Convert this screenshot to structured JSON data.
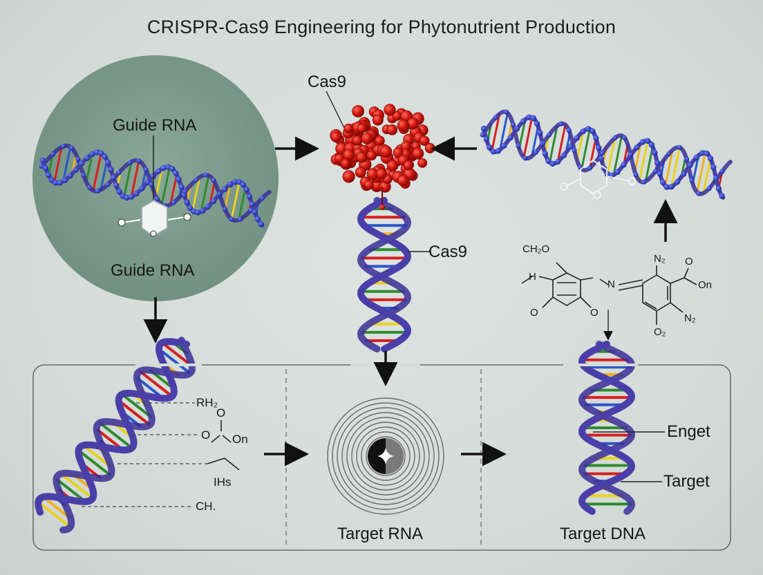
{
  "title": "CRISPR-Cas9 Engineering for Phytonutrient Production",
  "labels": {
    "guide_rna_top": "Guide RNA",
    "guide_rna_bottom": "Guide RNA",
    "cas9_top": "Cas9",
    "cas9_side": "Cas9",
    "target_rna": "Target RNA",
    "target_dna": "Target DNA",
    "enget": "Enget",
    "target": "Target"
  },
  "chemistry_left": {
    "rh2": "RH₂",
    "o_top": "O",
    "o_left": "O",
    "on": "On",
    "ihs": "IHs",
    "ch": "CH."
  },
  "chemistry_right": {
    "ch2o": "CH₂O",
    "h": "H",
    "o_a": "O",
    "o_b": "O",
    "n": "N",
    "n2_top": "N₂",
    "o_c": "O",
    "on": "On",
    "n2_right": "N₂",
    "o2": "O₂"
  },
  "colors": {
    "helix_backbone": "#4a3fa8",
    "helix_bead": "#2f3fb0",
    "protein_red": "#cc1414",
    "panel_circle": "#7f9d8e",
    "arrow": "#111111"
  }
}
